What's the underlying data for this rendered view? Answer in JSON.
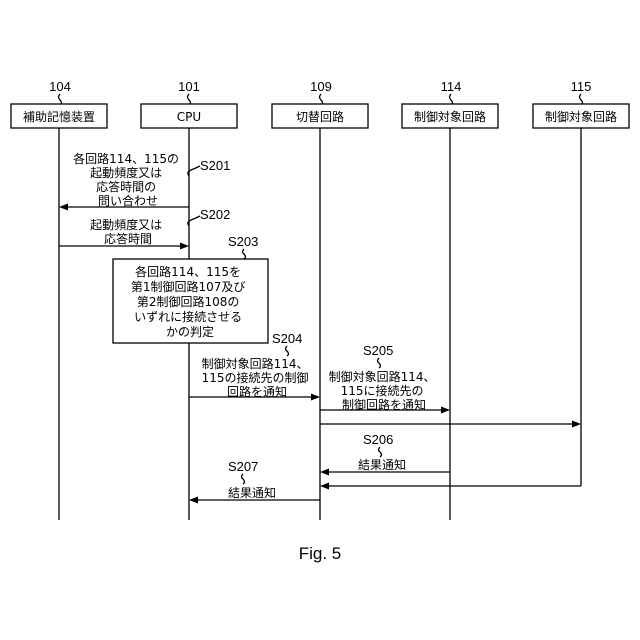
{
  "participants": [
    {
      "ref": "104",
      "label": "補助記憶装置"
    },
    {
      "ref": "101",
      "label": "CPU"
    },
    {
      "ref": "109",
      "label": "切替回路"
    },
    {
      "ref": "114",
      "label": "制御対象回路"
    },
    {
      "ref": "115",
      "label": "制御対象回路"
    }
  ],
  "steps": {
    "s201": {
      "id": "S201",
      "lines": [
        "各回路114、115の",
        "起動頻度又は",
        "応答時間の",
        "問い合わせ"
      ]
    },
    "s202": {
      "id": "S202",
      "lines": [
        "起動頻度又は",
        "応答時間"
      ]
    },
    "s203": {
      "id": "S203",
      "lines": [
        "各回路114、115を",
        "第1制御回路107及び",
        "第2制御回路108の",
        "いずれに接続させる",
        "かの判定"
      ]
    },
    "s204": {
      "id": "S204",
      "lines": [
        "制御対象回路114、",
        "115の接続先の制御",
        "回路を通知"
      ]
    },
    "s205": {
      "id": "S205",
      "lines": [
        "制御対象回路114、",
        "115に接続先の",
        "制御回路を通知"
      ]
    },
    "s206": {
      "id": "S206",
      "lines": [
        "結果通知"
      ]
    },
    "s207": {
      "id": "S207",
      "lines": [
        "結果通知"
      ]
    }
  },
  "caption": "Fig. 5"
}
